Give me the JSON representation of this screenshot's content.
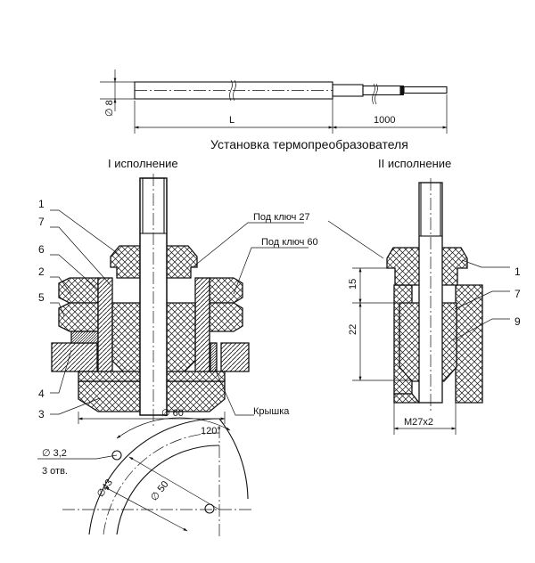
{
  "title": "Установка термопреобразователя",
  "variant_1": "I исполнение",
  "variant_2": "II исполнение",
  "probe": {
    "diameter": "∅ 8",
    "length": "L",
    "cable_length": "1000"
  },
  "labels": {
    "wrench_27": "Под ключ 27",
    "wrench_60": "Под ключ 60",
    "cover": "Крышка",
    "dia_60": "∅ 60",
    "thread": "M27x2",
    "dim_15": "15",
    "dim_22": "22"
  },
  "flange": {
    "hole_dia": "∅ 3,2",
    "holes": "3 отв.",
    "angle": "120°",
    "dia_43": "∅43",
    "dia_50": "∅ 50"
  },
  "part_numbers_left": [
    "1",
    "7",
    "6",
    "2",
    "5",
    "4",
    "3"
  ],
  "part_numbers_right": [
    "1",
    "7",
    "9"
  ],
  "colors": {
    "line": "#111111",
    "background": "#ffffff"
  }
}
